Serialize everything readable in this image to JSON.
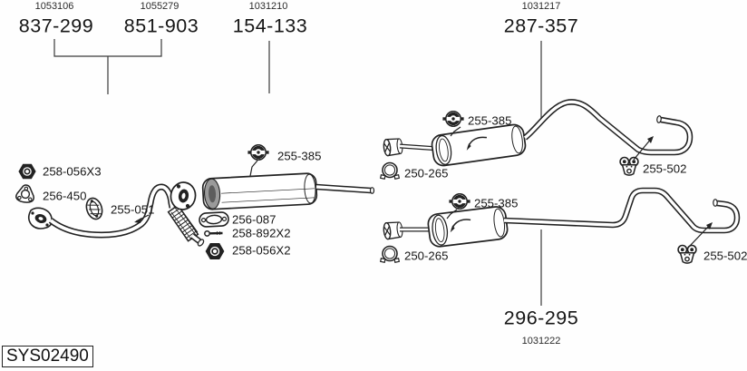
{
  "header": {
    "groups": [
      {
        "catalog": "1053106",
        "part": "837-299"
      },
      {
        "catalog": "1055279",
        "part": "851-903"
      },
      {
        "catalog": "1031210",
        "part": "154-133"
      },
      {
        "catalog": "1031217",
        "part": "287-357"
      }
    ]
  },
  "rear": {
    "part": "296-295",
    "catalog": "1031222"
  },
  "components": {
    "front_nut": "258-056X3",
    "front_gasket": "256-450",
    "front_hanger": "255-051",
    "mid_hanger": "255-385",
    "mid_gasket": "256-087",
    "mid_bolt": "258-892X2",
    "mid_nut": "258-056X2",
    "top_clamp": "250-265",
    "top_hanger": "255-385",
    "top_mount": "255-502",
    "rear_hanger": "255-385",
    "rear_clamp": "250-265",
    "rear_mount": "255-502"
  },
  "system_code": "SYS02490",
  "icons": {
    "front_nut": "hex-nut-icon",
    "front_gasket": "triangle-gasket-icon",
    "front_hanger": "rubber-hanger-icon",
    "hanger": "rubber-ring-mount-icon",
    "mid_gasket": "oval-gasket-icon",
    "mid_bolt": "bolt-icon",
    "mid_nut": "hex-nut-icon",
    "clamp": "pipe-clamp-icon",
    "mount": "rubber-bracket-icon"
  },
  "colors": {
    "background": "#ffffff",
    "line": "#222222",
    "text": "#1a1a1a",
    "badge_border": "#222222"
  }
}
